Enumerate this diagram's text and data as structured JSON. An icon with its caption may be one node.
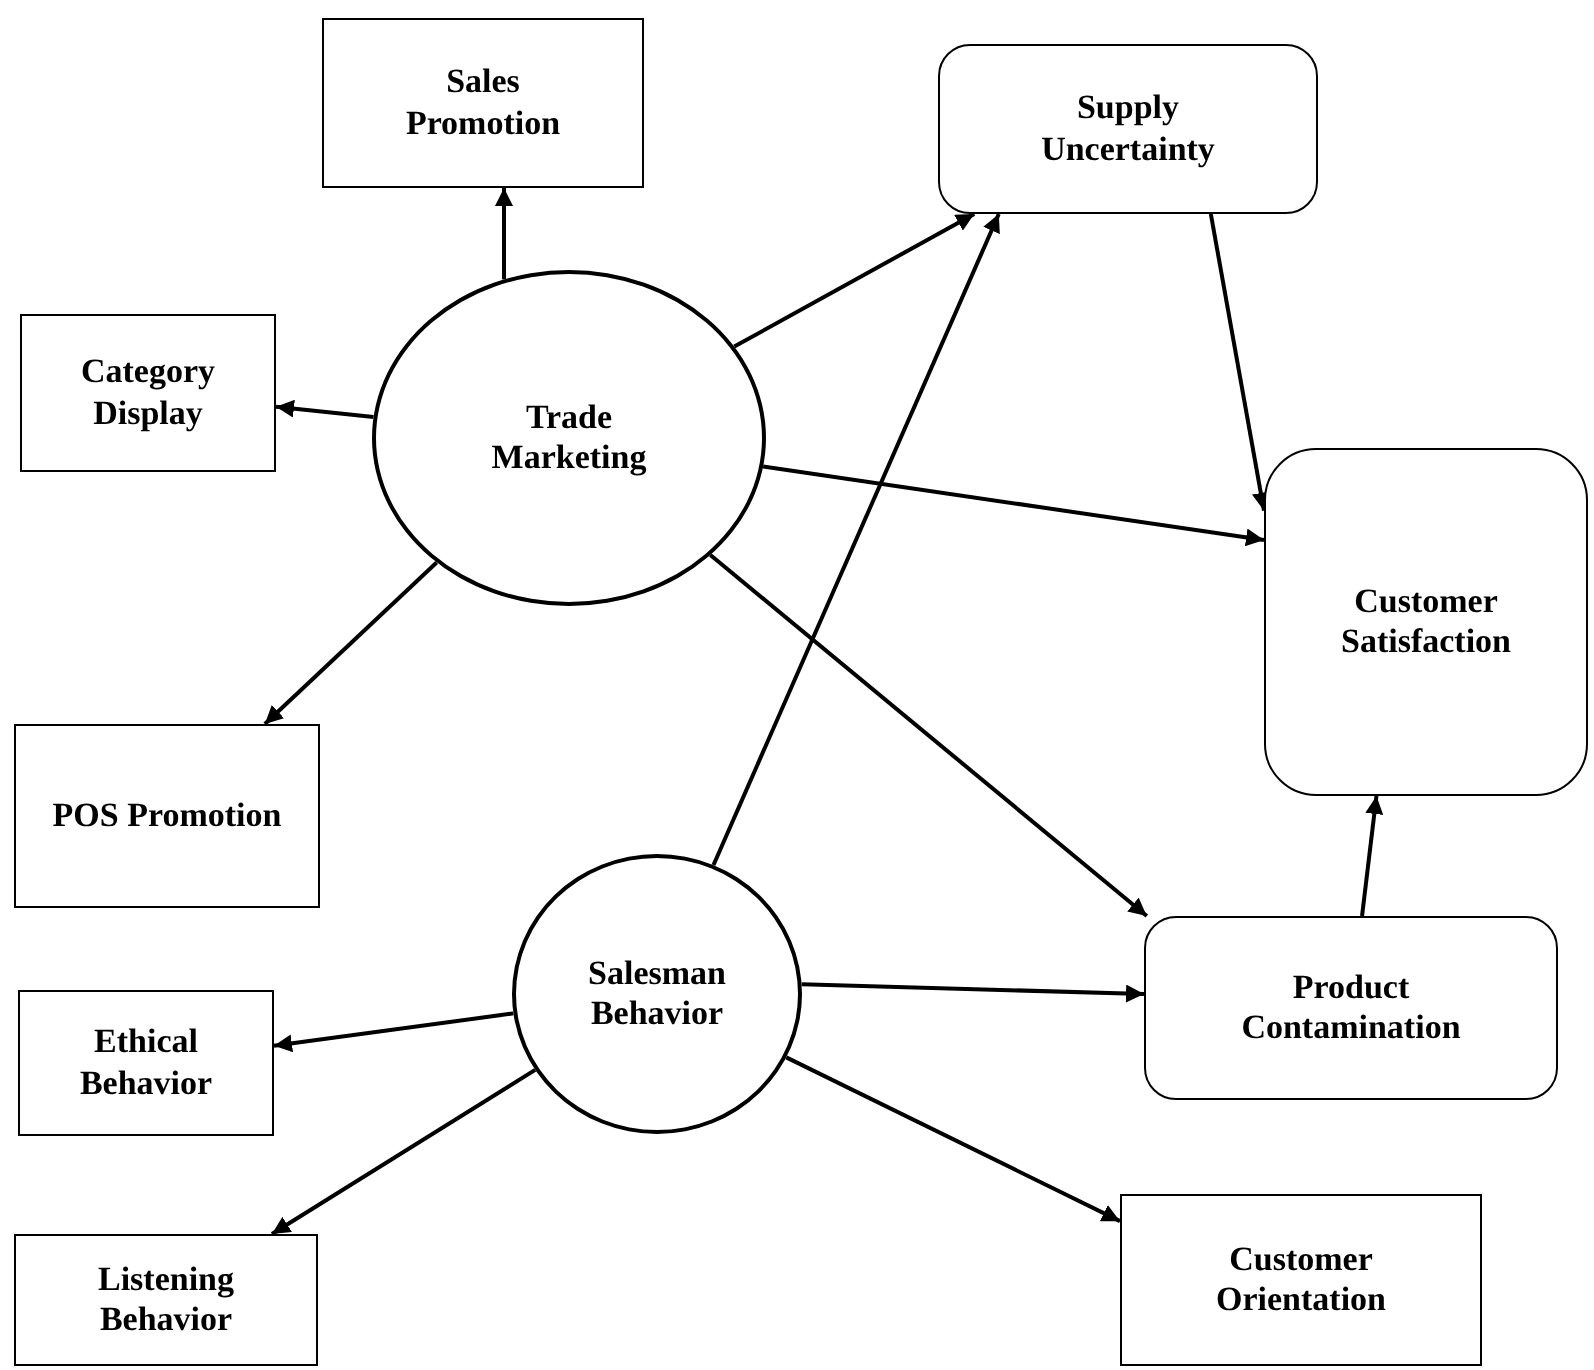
{
  "diagram": {
    "nodes": [
      {
        "text": [
          "Sales Promotion"
        ]
      },
      {
        "text": [
          "Supply Uncertainty"
        ]
      },
      {
        "text": [
          "Category Display"
        ]
      },
      {
        "text": [
          "Trade Marketing"
        ]
      },
      {
        "text": [
          "Customer Satisfaction"
        ]
      },
      {
        "text": [
          "POS Promotion"
        ]
      },
      {
        "text": [
          "Salesman Behavior"
        ]
      },
      {
        "text": [
          "Product Contamination"
        ]
      },
      {
        "text": [
          "Ethical Behavior"
        ]
      },
      {
        "text": [
          "Customer Orientation"
        ]
      },
      {
        "text": [
          "Listening Behavior"
        ]
      }
    ],
    "edges": [
      {
        "from": 3,
        "to": 0,
        "arrow": "to"
      },
      {
        "from": 3,
        "to": 2,
        "arrow": "to"
      },
      {
        "from": 3,
        "to": 1,
        "arrow": "to"
      },
      {
        "from": 3,
        "to": 4,
        "arrow": "to"
      },
      {
        "from": 3,
        "to": 5,
        "arrow": "to"
      },
      {
        "from": 3,
        "to": 7,
        "arrow": "to"
      },
      {
        "from": 6,
        "to": 1,
        "arrow": "to"
      },
      {
        "from": 1,
        "to": 4,
        "arrow": "to"
      },
      {
        "from": 6,
        "to": 8,
        "arrow": "to"
      },
      {
        "from": 6,
        "to": 10,
        "arrow": "to"
      },
      {
        "from": 6,
        "to": 7,
        "arrow": "to"
      },
      {
        "from": 6,
        "to": 9,
        "arrow": "to"
      },
      {
        "from": 7,
        "to": 4,
        "arrow": "to"
      }
    ]
  }
}
